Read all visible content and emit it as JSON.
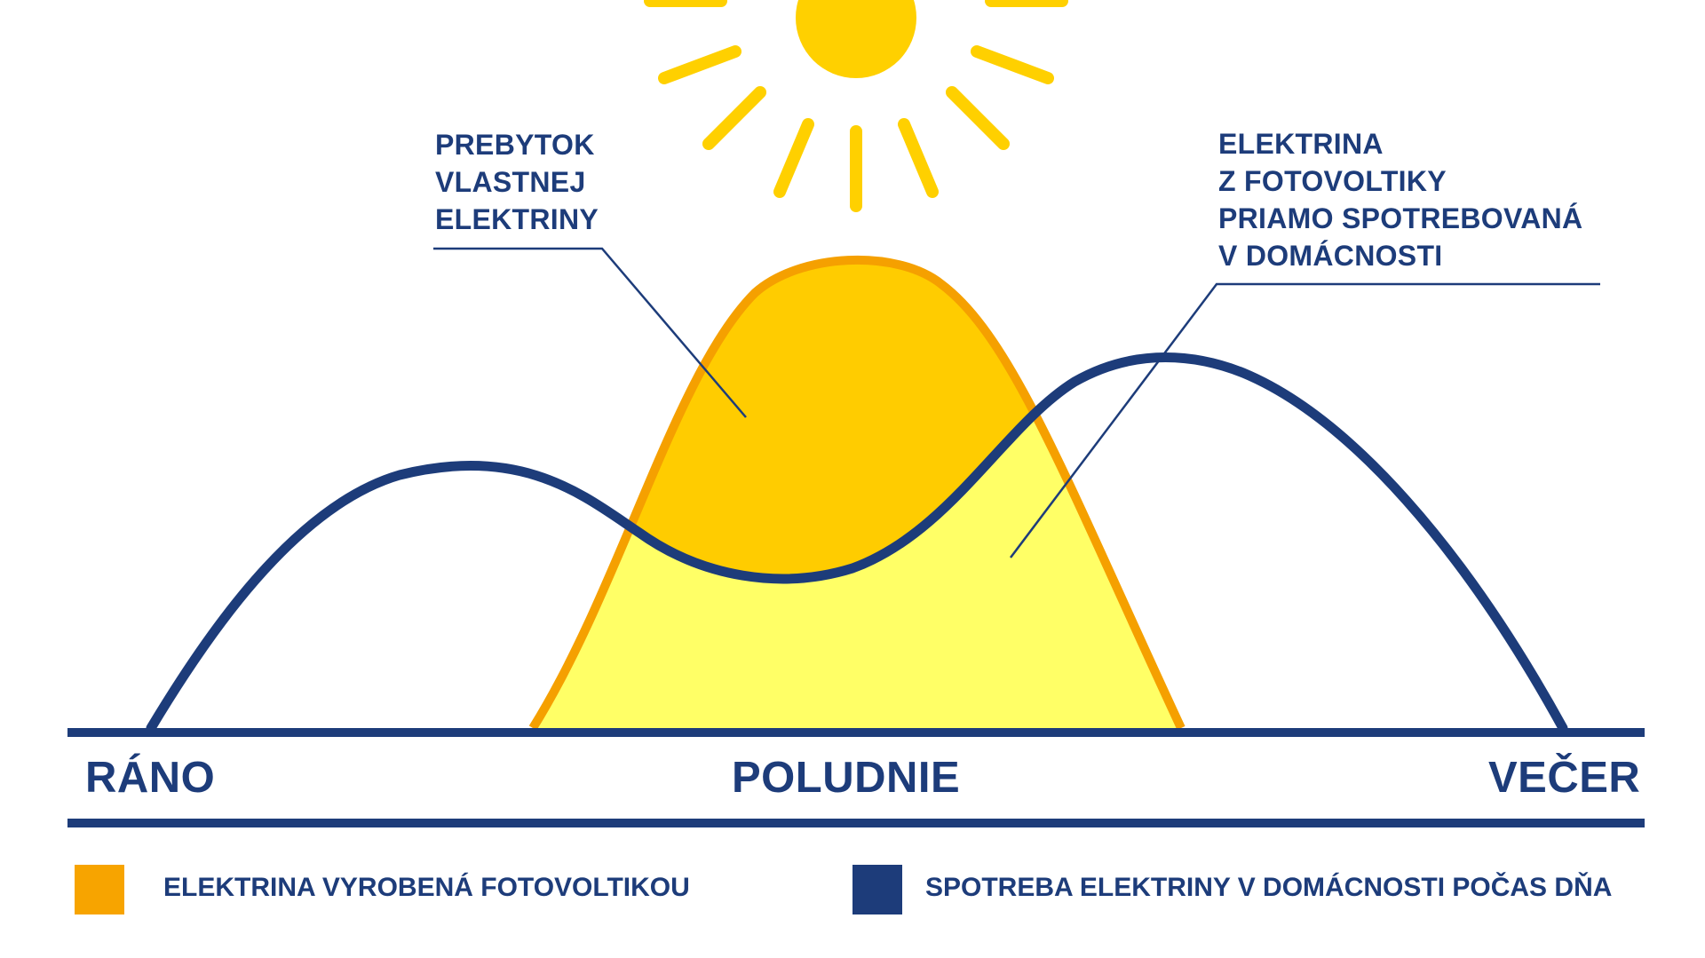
{
  "colors": {
    "navy": "#1d3c7a",
    "sun": "#ffd000",
    "production_outline": "#f5a000",
    "surplus_fill": "#ffcc00",
    "direct_use_fill": "#ffff66",
    "legend_orange": "#f7a400",
    "legend_navy": "#1d3c7a"
  },
  "icons": {
    "sun": "sun-icon"
  },
  "callouts": {
    "surplus": [
      "PREBYTOK",
      "VLASTNEJ",
      "ELEKTRINY"
    ],
    "direct_use": [
      "ELEKTRINA",
      "Z FOTOVOLTIKY",
      "PRIAMO SPOTREBOVANÁ",
      "V DOMÁCNOSTI"
    ]
  },
  "axis": {
    "left": "RÁNO",
    "center": "POLUDNIE",
    "right": "VEČER"
  },
  "legend": {
    "production": "ELEKTRINA VYROBENÁ FOTOVOLTIKOU",
    "consumption": "SPOTREBA ELEKTRINY V DOMÁCNOSTI POČAS DŇA"
  }
}
